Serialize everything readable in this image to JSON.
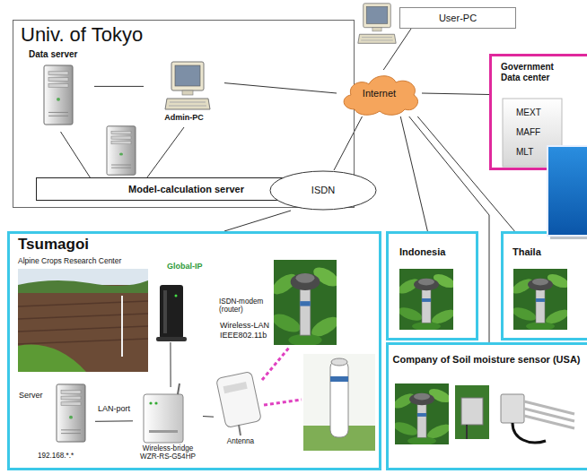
{
  "diagram": {
    "nodes": [
      {
        "text": [
          "Univ. of Tokyo"
        ]
      },
      {
        "text": [
          "Data server"
        ],
        "in": 0
      },
      {
        "text": [
          "Admin-PC"
        ],
        "in": 0
      },
      {
        "text": [
          "Model-calculation server"
        ],
        "in": 0
      },
      {
        "text": [
          "User-PC"
        ]
      },
      {
        "text": [
          "Internet"
        ]
      },
      {
        "text": [
          "Government Data center",
          "MEXT",
          "MAFF",
          "MLT"
        ]
      },
      {
        "text": [
          "ISDN"
        ]
      },
      {
        "text": [
          "Tsumagoi",
          "Alpine Crops Research Center"
        ]
      },
      {
        "text": [
          "ISDN-modem (router)"
        ],
        "in": 8
      },
      {
        "text": [
          "Server",
          "192.168.*.*"
        ],
        "in": 8
      },
      {
        "text": [
          "Wireless-bridge WZR-RS-G54HP"
        ],
        "in": 8
      },
      {
        "text": [
          "Antenna"
        ],
        "in": 8
      },
      {
        "text": [
          "Indonesia"
        ]
      },
      {
        "text": [
          "Thaila"
        ]
      },
      {
        "text": [
          "Company of Soil moisture sensor (USA)"
        ]
      }
    ],
    "edges": [
      {
        "from": 1,
        "to": 2,
        "arrow": "none"
      },
      {
        "from": 1,
        "to": 3,
        "arrow": "none"
      },
      {
        "from": 2,
        "to": 3,
        "arrow": "none"
      },
      {
        "from": 2,
        "to": 5,
        "arrow": "none"
      },
      {
        "from": 4,
        "to": 5,
        "arrow": "none"
      },
      {
        "from": 5,
        "to": 6,
        "arrow": "none"
      },
      {
        "from": 5,
        "to": 7,
        "arrow": "none"
      },
      {
        "from": 7,
        "to": 8,
        "arrow": "none"
      },
      {
        "from": 5,
        "to": 13,
        "arrow": "none"
      },
      {
        "from": 5,
        "to": 14,
        "arrow": "none"
      },
      {
        "from": 5,
        "to": 15,
        "arrow": "none"
      },
      {
        "from": 9,
        "to": 11,
        "arrow": "none"
      },
      {
        "from": 10,
        "to": 11,
        "label": "LAN-port",
        "arrow": "none"
      },
      {
        "from": 11,
        "to": 12,
        "arrow": "none"
      }
    ],
    "labels": [
      "Global-IP",
      "Wireless-LAN IEEE802.11b"
    ]
  }
}
